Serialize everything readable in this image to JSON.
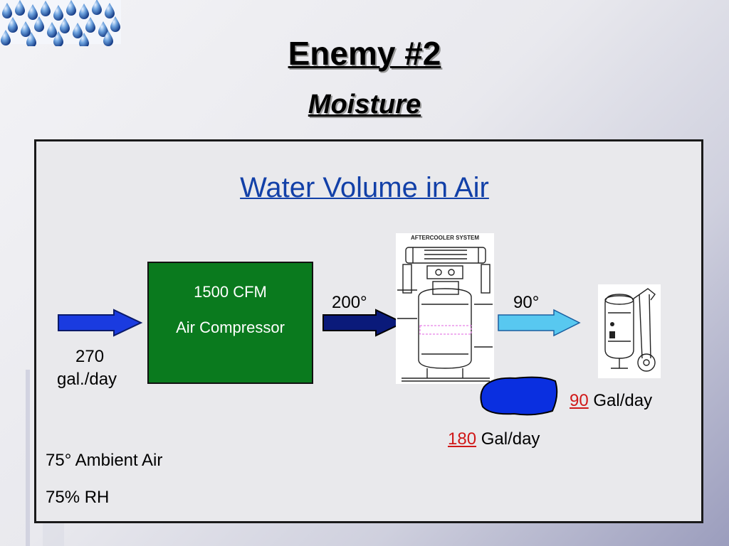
{
  "title": "Enemy #2",
  "subtitle": "Moisture",
  "panel": {
    "heading": "Water Volume in Air",
    "compressor": {
      "line1": "1500 CFM",
      "line2": "Air Compressor"
    },
    "inlet": {
      "line1": "270",
      "line2": "gal./day"
    },
    "temp_after_compressor": "200°",
    "temp_after_cooler": "90°",
    "aftercooler_label": "AFTERCOOLER SYSTEM",
    "drain": {
      "value": "180",
      "unit": " Gal/day"
    },
    "outlet": {
      "value": "90",
      "unit": " Gal/day"
    },
    "ambient": {
      "line1": "75° Ambient Air",
      "line2": "75% RH"
    }
  },
  "colors": {
    "compressor": "#0a7a1e",
    "arrow_blue": "#1a3be0",
    "arrow_navy": "#0a1a7a",
    "arrow_light": "#58c8f0",
    "water": "#0a2fe0",
    "highlight": "#d01818",
    "heading": "#1240a8"
  },
  "icons": [
    "water-drops-decoration",
    "aftercooler-system-image",
    "blast-pot-image"
  ]
}
